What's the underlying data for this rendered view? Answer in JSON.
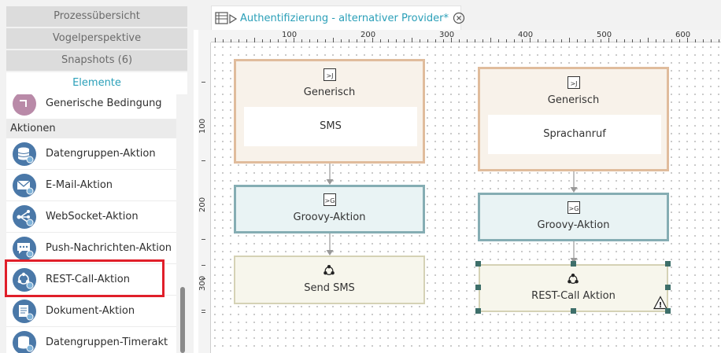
{
  "left_panel": {
    "accordion": [
      {
        "label": "Prozessübersicht"
      },
      {
        "label": "Vogelperspektive"
      },
      {
        "label": "Snapshots (6)"
      }
    ],
    "active_section": "Elemente",
    "partial_item": "Generische Bedingung",
    "section_header": "Aktionen",
    "items": [
      {
        "label": "Datengruppen-Aktion",
        "icon": "database-gear-icon"
      },
      {
        "label": "E-Mail-Aktion",
        "icon": "envelope-gear-icon"
      },
      {
        "label": "WebSocket-Aktion",
        "icon": "websocket-gear-icon"
      },
      {
        "label": "Push-Nachrichten-Aktion",
        "icon": "chat-bubble-gear-icon"
      },
      {
        "label": "REST-Call-Aktion",
        "icon": "rest-call-gear-icon"
      },
      {
        "label": "Dokument-Aktion",
        "icon": "document-gear-icon"
      },
      {
        "label": "Datengruppen-Timeraktion",
        "icon": "database-timer-icon"
      }
    ],
    "highlighted_item": "REST-Call-Aktion",
    "highlight_color": "#e01f2a"
  },
  "editor": {
    "tab_title": "Authentifizierung - alternativer Provider*",
    "ruler_h": [
      "100",
      "200",
      "300",
      "400",
      "500",
      "600"
    ],
    "ruler_v": [
      "100",
      "200",
      "300"
    ]
  },
  "diagram": {
    "left_flow": {
      "generic": {
        "title": "Generisch",
        "content": "SMS",
        "icon_text": ">J"
      },
      "groovy": {
        "title": "Groovy-Aktion",
        "icon_text": ">G"
      },
      "rest": {
        "title": "Send SMS"
      }
    },
    "right_flow": {
      "generic": {
        "title": "Generisch",
        "content": "Sprachanruf",
        "icon_text": ">J"
      },
      "groovy": {
        "title": "Groovy-Aktion",
        "icon_text": ">G"
      },
      "rest": {
        "title": "REST-Call Aktion",
        "warning": "!"
      }
    }
  },
  "colors": {
    "accent": "#2a9fb8",
    "generic_border": "#e0bc9c",
    "groovy_border": "#85adb3",
    "rest_border": "#d5d2b5",
    "selection_handle": "#3e6f6a"
  }
}
